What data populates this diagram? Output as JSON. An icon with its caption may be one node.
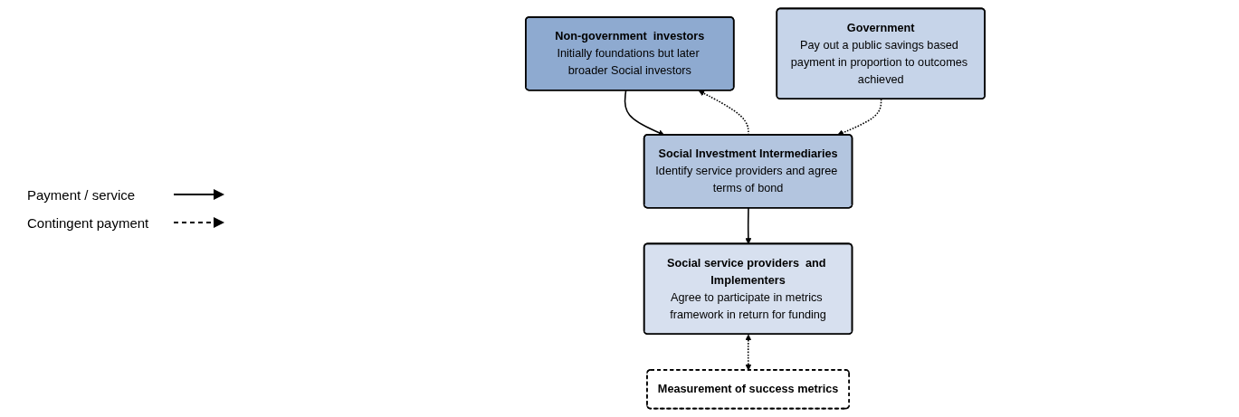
{
  "diagram": {
    "nodes": [
      {
        "text": [
          "Non-government  investors",
          "Initially foundations but later broader Social investors"
        ]
      },
      {
        "text": [
          "Social Investment Intermediaries",
          "Identify service providers and agree terms of bond"
        ]
      },
      {
        "text": [
          "Government",
          "Pay out a public savings based payment in proportion to outcomes achieved"
        ]
      },
      {
        "text": [
          "Social service providers  and Implementers",
          "Agree to participate in metrics framework in return for funding"
        ]
      },
      {
        "text": [
          "Measurement of success metrics"
        ]
      }
    ],
    "edges": [
      {
        "from": 1,
        "to": 0,
        "arrow": "to",
        "style": "dashed"
      },
      {
        "from": 0,
        "to": 1,
        "arrow": "to"
      },
      {
        "from": 2,
        "to": 1,
        "arrow": "to",
        "style": "dashed"
      },
      {
        "from": 1,
        "to": 3,
        "arrow": "to"
      },
      {
        "from": 3,
        "to": 4,
        "arrow": "both",
        "style": "dashed"
      }
    ],
    "legend": [
      {
        "text": "Payment / service"
      },
      {
        "text": "Contingent payment"
      }
    ]
  }
}
